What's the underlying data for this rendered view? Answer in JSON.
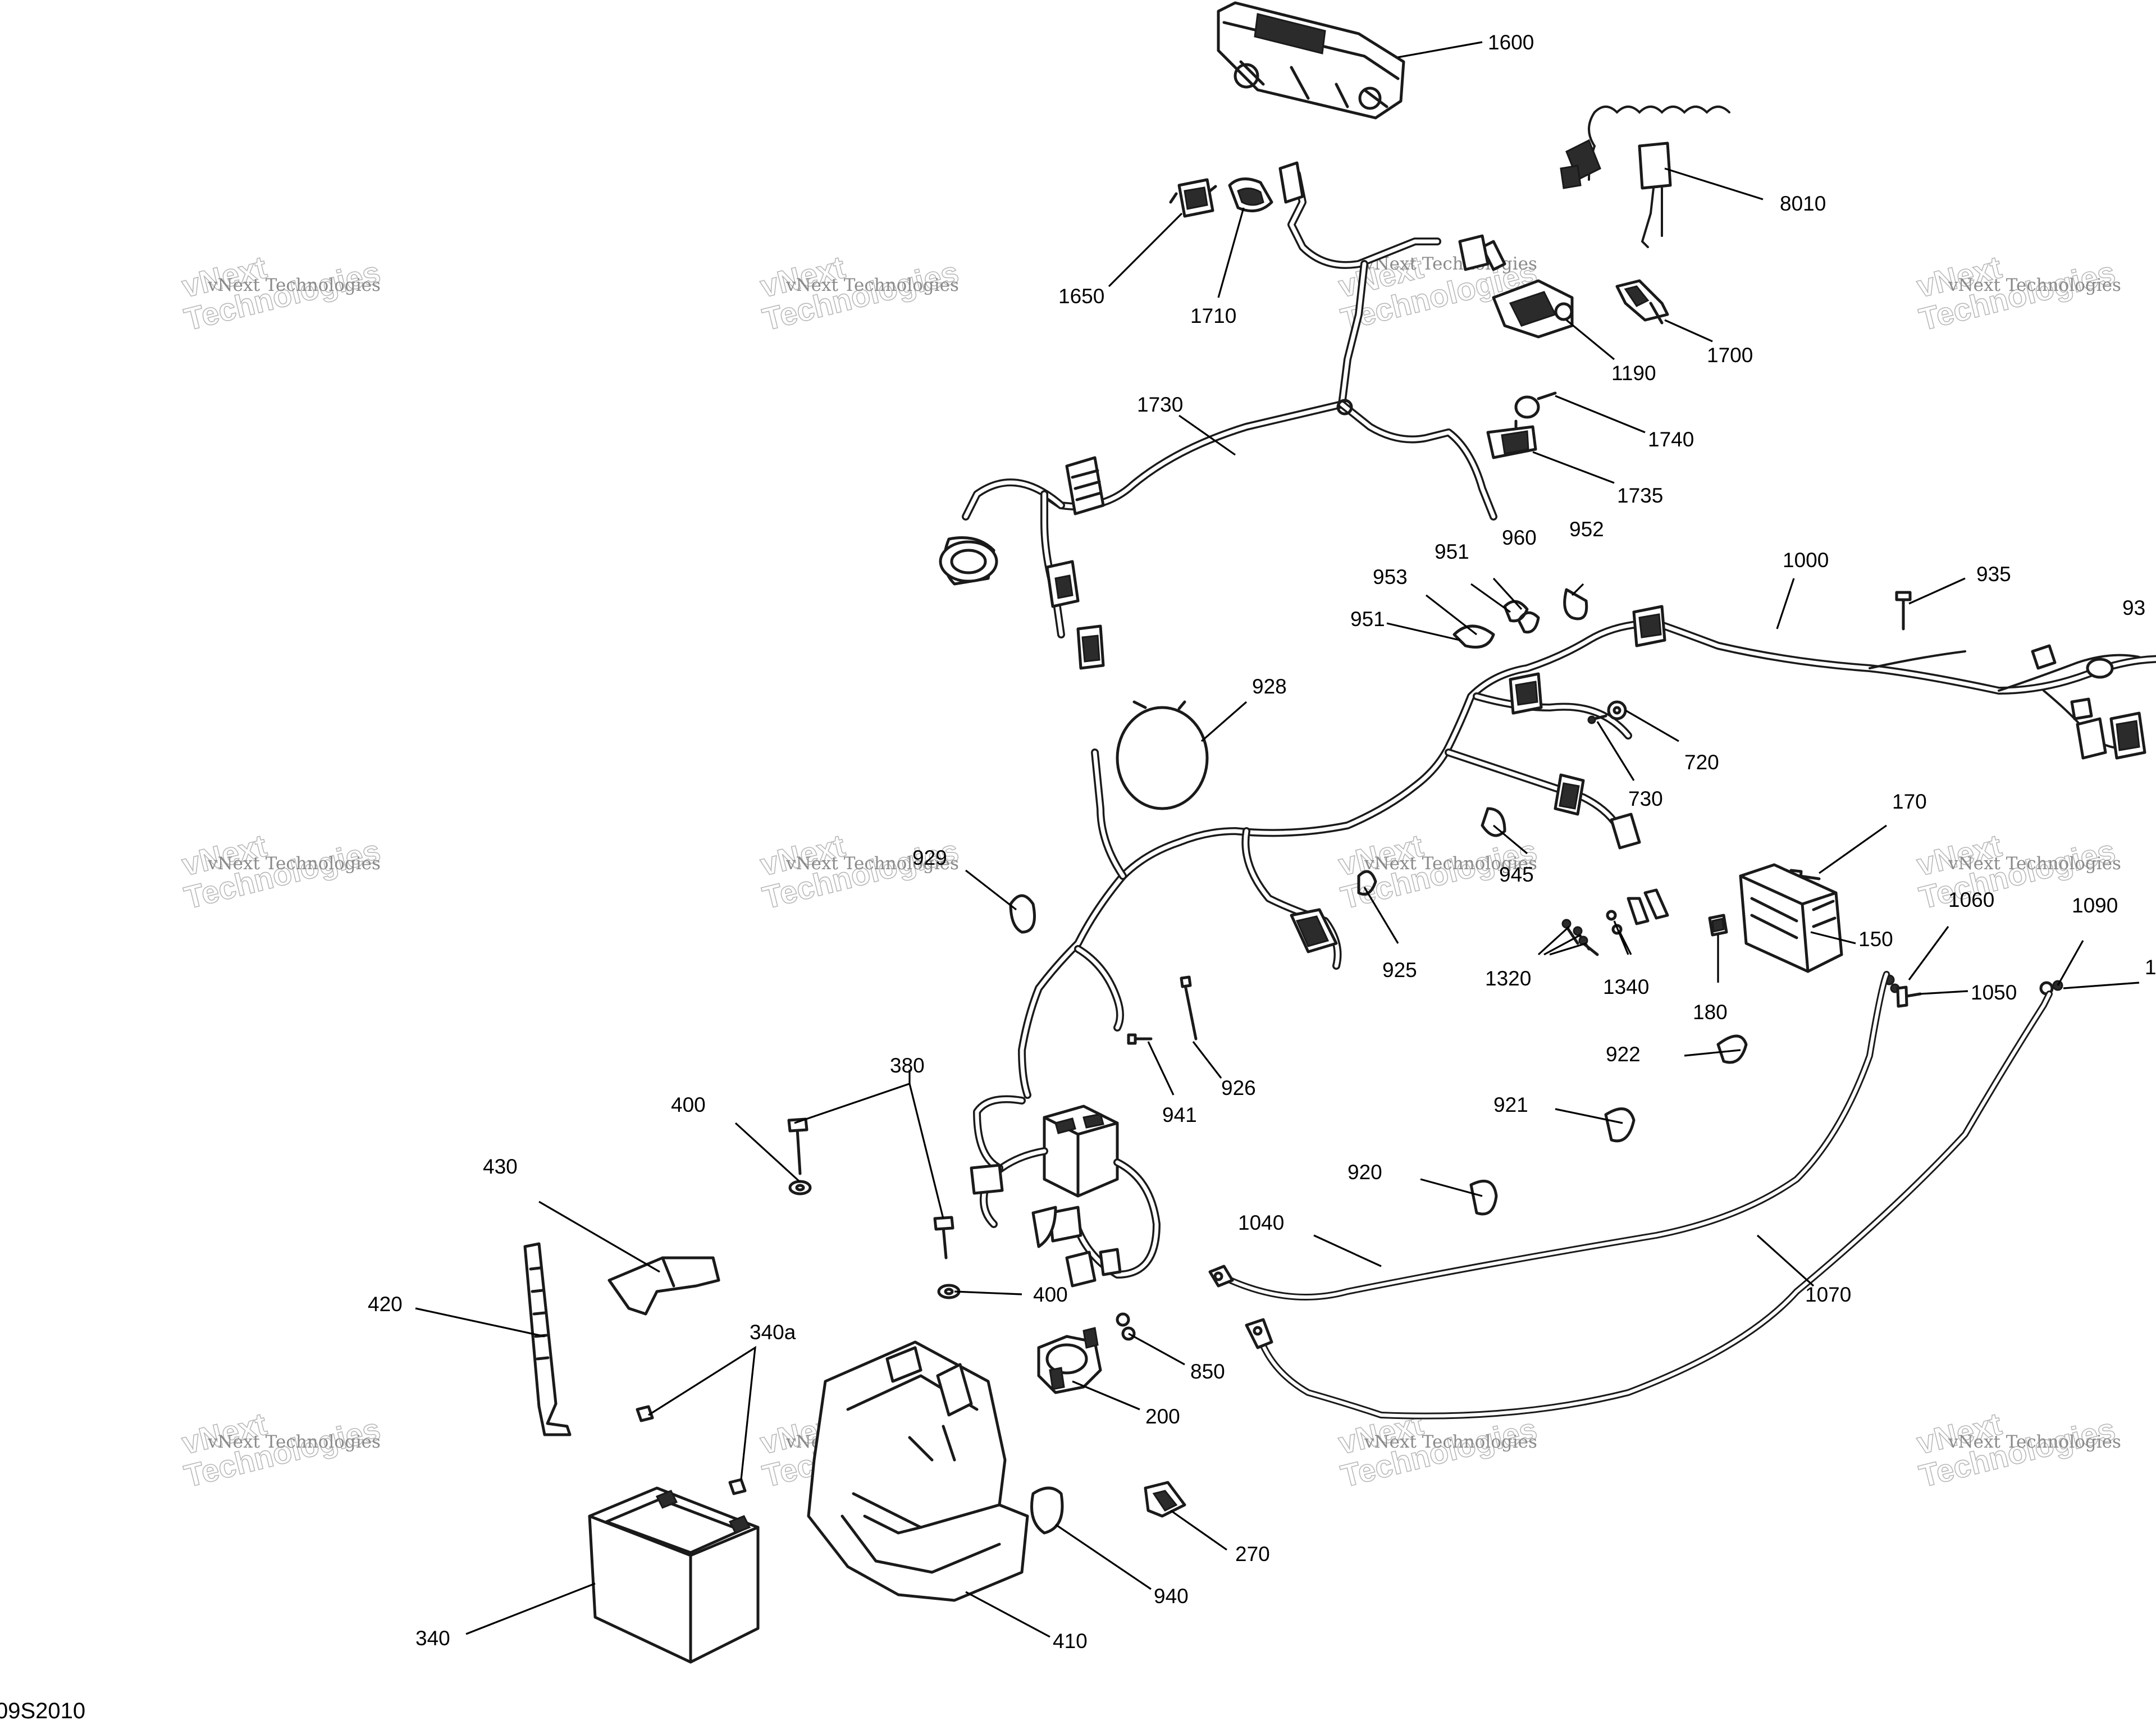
{
  "callouts": [
    {
      "id": "c1600",
      "text": "1600"
    },
    {
      "id": "c8010",
      "text": "8010"
    },
    {
      "id": "c1650",
      "text": "1650"
    },
    {
      "id": "c1710",
      "text": "1710"
    },
    {
      "id": "c1190",
      "text": "1190"
    },
    {
      "id": "c1700",
      "text": "1700"
    },
    {
      "id": "c1730",
      "text": "1730"
    },
    {
      "id": "c1740",
      "text": "1740"
    },
    {
      "id": "c1735",
      "text": "1735"
    },
    {
      "id": "c951a",
      "text": "951"
    },
    {
      "id": "c960",
      "text": "960"
    },
    {
      "id": "c952",
      "text": "952"
    },
    {
      "id": "c953",
      "text": "953"
    },
    {
      "id": "c951b",
      "text": "951"
    },
    {
      "id": "c1000",
      "text": "1000"
    },
    {
      "id": "c935",
      "text": "935"
    },
    {
      "id": "c93x",
      "text": "93"
    },
    {
      "id": "c928",
      "text": "928"
    },
    {
      "id": "c720",
      "text": "720"
    },
    {
      "id": "c730",
      "text": "730"
    },
    {
      "id": "c170",
      "text": "170"
    },
    {
      "id": "c929",
      "text": "929"
    },
    {
      "id": "c945",
      "text": "945"
    },
    {
      "id": "c1060",
      "text": "1060"
    },
    {
      "id": "c1090",
      "text": "1090"
    },
    {
      "id": "c1x",
      "text": "1"
    },
    {
      "id": "c925",
      "text": "925"
    },
    {
      "id": "c1320",
      "text": "1320"
    },
    {
      "id": "c1340",
      "text": "1340"
    },
    {
      "id": "c150",
      "text": "150"
    },
    {
      "id": "c1050",
      "text": "1050"
    },
    {
      "id": "c180",
      "text": "180"
    },
    {
      "id": "c380",
      "text": "380"
    },
    {
      "id": "c922",
      "text": "922"
    },
    {
      "id": "c926",
      "text": "926"
    },
    {
      "id": "c400a",
      "text": "400"
    },
    {
      "id": "c941",
      "text": "941"
    },
    {
      "id": "c921",
      "text": "921"
    },
    {
      "id": "c430",
      "text": "430"
    },
    {
      "id": "c920",
      "text": "920"
    },
    {
      "id": "c1040",
      "text": "1040"
    },
    {
      "id": "c400b",
      "text": "400"
    },
    {
      "id": "c1070",
      "text": "1070"
    },
    {
      "id": "c420",
      "text": "420"
    },
    {
      "id": "c340a",
      "text": "340a"
    },
    {
      "id": "c850",
      "text": "850"
    },
    {
      "id": "c200",
      "text": "200"
    },
    {
      "id": "c270",
      "text": "270"
    },
    {
      "id": "c940",
      "text": "940"
    },
    {
      "id": "c340",
      "text": "340"
    },
    {
      "id": "c410",
      "text": "410"
    }
  ],
  "watermark": {
    "word1": "vNext",
    "word2": "Technologies",
    "line": "vNext Technologies"
  },
  "drawing_id": "09S2010"
}
